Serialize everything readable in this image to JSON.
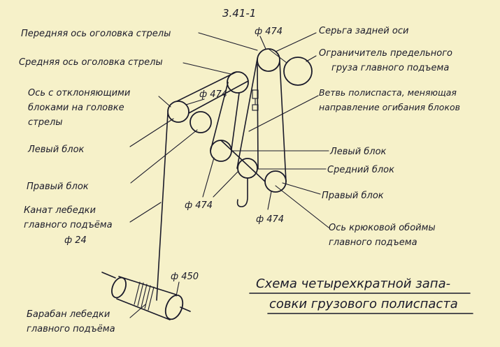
{
  "sheet_number": "3.41-1",
  "labels": {
    "front_axis": "Передняя ось оголовка стрелы",
    "middle_axis": "Средняя ось оголовка стрелы",
    "deflect_axis": [
      "Ось с отклоняющими",
      "блоками на головке",
      "стрелы"
    ],
    "left_block_l": "Левый блок",
    "right_block_l": "Правый блок",
    "rope": [
      "Канат лебедки",
      "главного подъёма",
      "ф 24"
    ],
    "drum": [
      "Барабан лебедки",
      "главного подъёма"
    ],
    "earring": "Серьга задней оси",
    "limiter": [
      "Ограничитель предельного",
      "груза главного подъема"
    ],
    "branch": [
      "Ветвь полиспаста, меняющая",
      "направление огибания блоков"
    ],
    "left_block_r": "Левый блок",
    "middle_block_r": "Средний блок",
    "right_block_r": "Правый блок",
    "hook_axis": [
      "Ось крюковой обоймы",
      "главного подъема"
    ]
  },
  "dimensions": {
    "d_top": "ф 474",
    "d_mid": "ф 474",
    "d_hook_left": "ф 474",
    "d_hook_right": "ф 474",
    "d_drum": "ф 450"
  },
  "title": [
    "Схема четырехкратной запа-",
    "совки грузового полиспаста"
  ]
}
